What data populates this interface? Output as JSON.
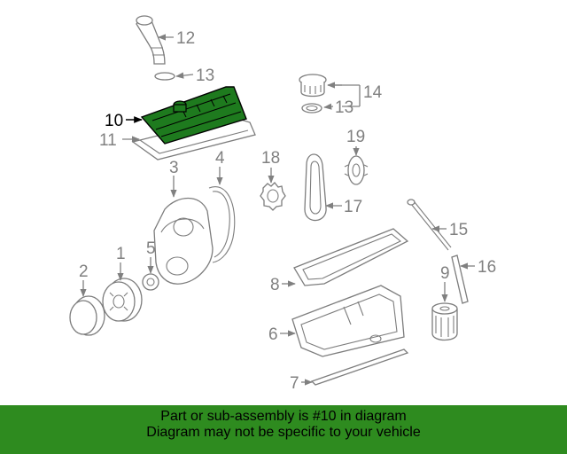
{
  "diagram": {
    "callouts": [
      "1",
      "2",
      "3",
      "4",
      "5",
      "6",
      "7",
      "8",
      "9",
      "10",
      "11",
      "12",
      "13",
      "13",
      "14",
      "15",
      "16",
      "17",
      "18",
      "19"
    ],
    "highlight_color": "#1e7a1e"
  },
  "banner": {
    "line1": "Part or sub-assembly is #10 in diagram",
    "line2": "Diagram may not be specific to your vehicle",
    "background": "#2e8b1f"
  }
}
